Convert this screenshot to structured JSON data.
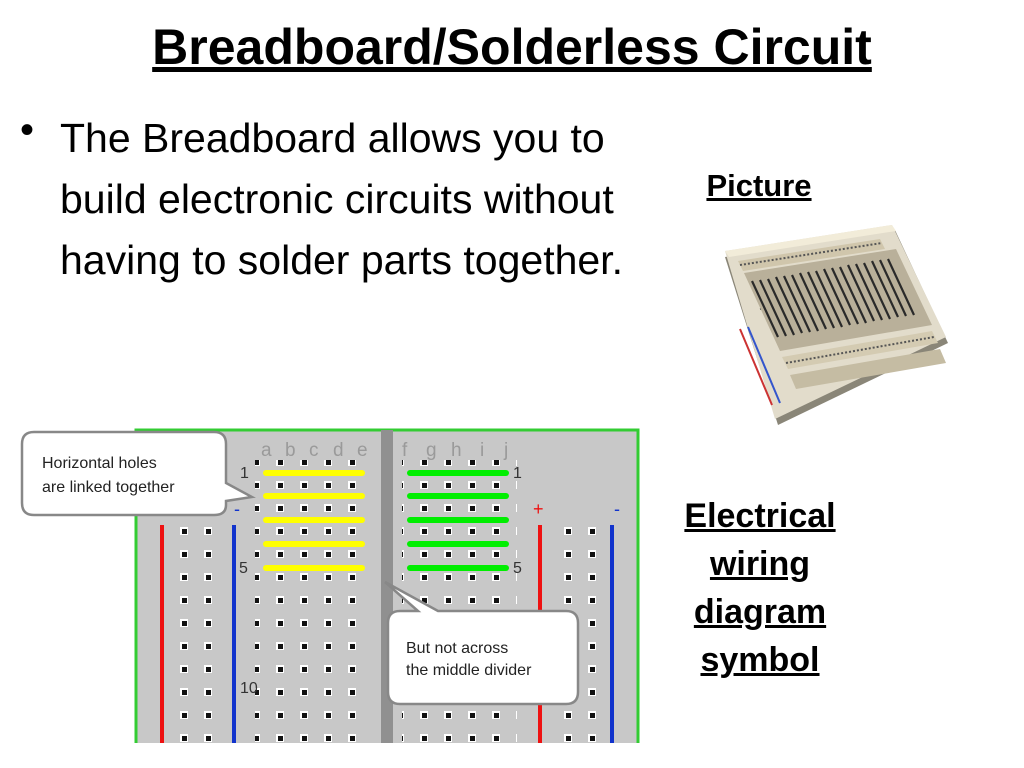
{
  "slide": {
    "title": "Breadboard/Solderless Circuit",
    "bullet": "The Breadboard allows you to build electronic circuits without having to solder parts together.",
    "picture_label": "Picture",
    "symbol_label": "Electrical wiring diagram symbol"
  },
  "breadboard": {
    "columns_left": [
      "a",
      "b",
      "c",
      "d",
      "e"
    ],
    "columns_right": [
      "f",
      "g",
      "h",
      "i",
      "j"
    ],
    "row_numbers": [
      "1",
      "5",
      "10"
    ],
    "rail_plus": "+",
    "rail_minus": "-",
    "callout_1_line1": "Horizontal holes",
    "callout_1_line2": "are linked together",
    "callout_2_line1": "But not across",
    "callout_2_line2": "the middle divider",
    "colors": {
      "board": "#c8c8c8",
      "border": "#33cc33",
      "linked_left": "#ffff00",
      "linked_right": "#00ee00",
      "rail_red": "#ee1111",
      "rail_blue": "#1133cc"
    }
  }
}
